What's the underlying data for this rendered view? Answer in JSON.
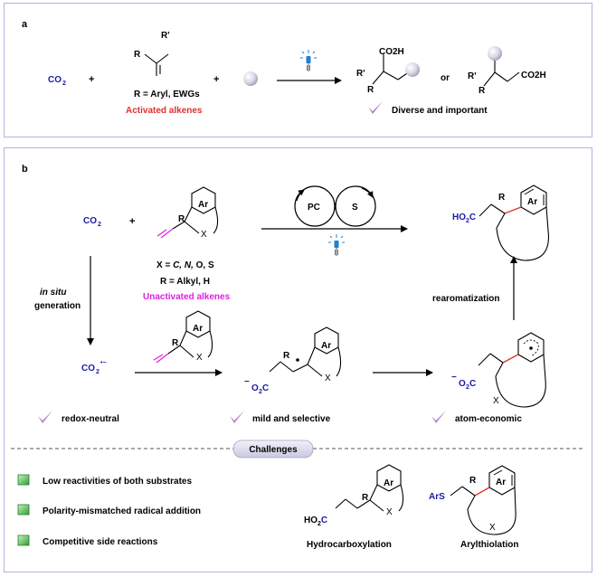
{
  "panel_a": {
    "label": "a",
    "co2": "CO2",
    "co2_sub": "2",
    "plus1": "+",
    "plus2": "+",
    "r_prime": "R'",
    "r": "R",
    "substituents": "R = Aryl, EWGs",
    "activated_alkenes": "Activated alkenes",
    "co2h": "CO2H",
    "or": "or",
    "diverse": "Diverse and important"
  },
  "panel_b": {
    "label": "b",
    "co2": "CO2",
    "plus": "+",
    "ar": "Ar",
    "r": "R",
    "x": "X",
    "x_def_prefix": "X = ",
    "x_def_italic": "C, N,",
    "x_def_suffix": " O, S",
    "r_def": "R = Alkyl, H",
    "unactivated_alkenes": "Unactivated alkenes",
    "pc": "PC",
    "s": "S",
    "ho2c": "HO2C",
    "in_situ": "in situ",
    "generation": "generation",
    "co2_radical_anion": "CO2",
    "rearomatization": "rearomatization",
    "o2c": "O2C",
    "minus": "−",
    "redox_neutral": "redox-neutral",
    "mild_selective": "mild and selective",
    "atom_economic": "atom-economic",
    "challenges_title": "Challenges",
    "challenges": [
      "Low reactivities of both substrates",
      "Polarity-mismatched radical addition",
      "Competitive side reactions"
    ],
    "hydrocarboxylation": "Hydrocarboxylation",
    "arylthiolation": "Arylthiolation",
    "ars": "ArS"
  },
  "colors": {
    "panel_border": "#b3b3dd",
    "blue": "#1a1aa6",
    "red": "#e03030",
    "magenta": "#e020e0",
    "check": "#b080d0",
    "square_green": "#30a030"
  }
}
